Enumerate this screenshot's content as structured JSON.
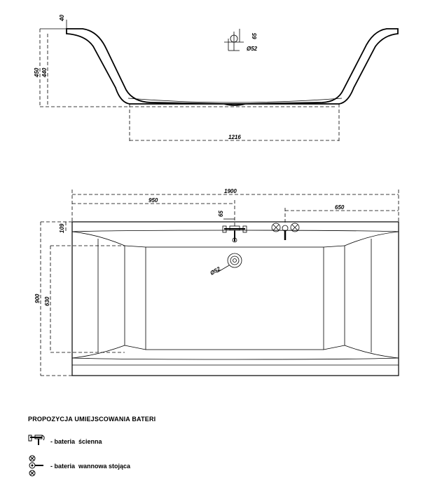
{
  "side_view": {
    "dim_rim": "40",
    "dim_height_outer": "450",
    "dim_height_inner": "440",
    "dim_tap_offset": "65",
    "dim_drain_diameter": "Ø52",
    "dim_bottom_length": "1216"
  },
  "top_view": {
    "dim_length": "1900",
    "dim_to_drain": "950",
    "dim_tap_offset": "65",
    "dim_wall_tap": "650",
    "dim_rim_width": "109",
    "dim_width": "900",
    "dim_inner_width": "630",
    "dim_drain_diameter": "Ø52"
  },
  "legend": {
    "title": "PROPOZYCJA UMIEJSCOWANIA BATERI",
    "items": [
      {
        "icon": "wall-faucet-icon",
        "label": "- bateria  ścienna"
      },
      {
        "icon": "deck-faucet-icon",
        "label": "- bateria  wannowa stojąca"
      }
    ]
  }
}
